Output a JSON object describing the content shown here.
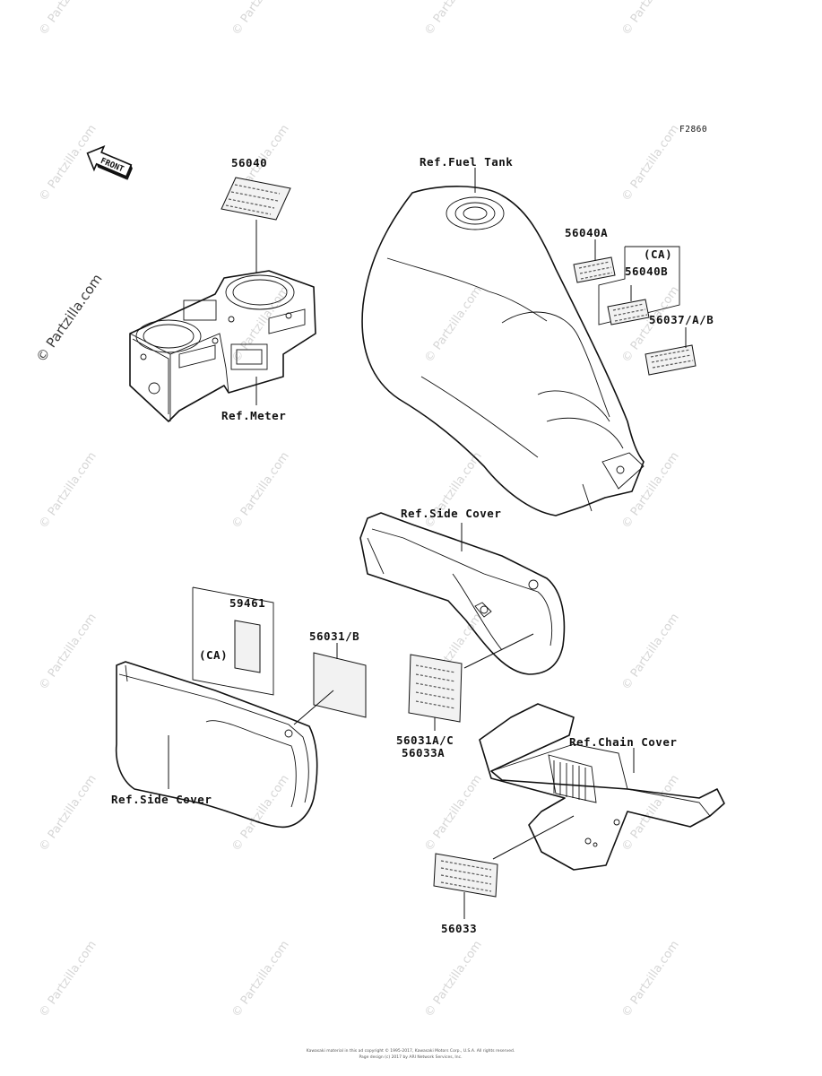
{
  "diagram": {
    "figure_code": "F2860",
    "front_arrow_label": "FRONT",
    "watermark": "© Partzilla.com",
    "footer_line1": "Kawasaki material in this ad copyright © 1995-2017, Kawasaki Motors Corp., U.S.A. All rights reserved.",
    "footer_line2": "Page design (c) 2017 by ARI Network Services, Inc."
  },
  "callouts": {
    "c_56040": "56040",
    "ref_fuel_tank": "Ref.Fuel Tank",
    "c_56040A": "56040A",
    "ca_1": "(CA)",
    "c_56040B": "56040B",
    "c_56037": "56037/A/B",
    "ref_meter": "Ref.Meter",
    "ref_side_cover_right": "Ref.Side Cover",
    "c_59461": "59461",
    "ca_2": "(CA)",
    "c_56031B": "56031/B",
    "c_56031AC": "56031A/C",
    "c_56033A": "56033A",
    "ref_chain_cover": "Ref.Chain Cover",
    "ref_side_cover_left": "Ref.Side Cover",
    "c_56033": "56033"
  }
}
